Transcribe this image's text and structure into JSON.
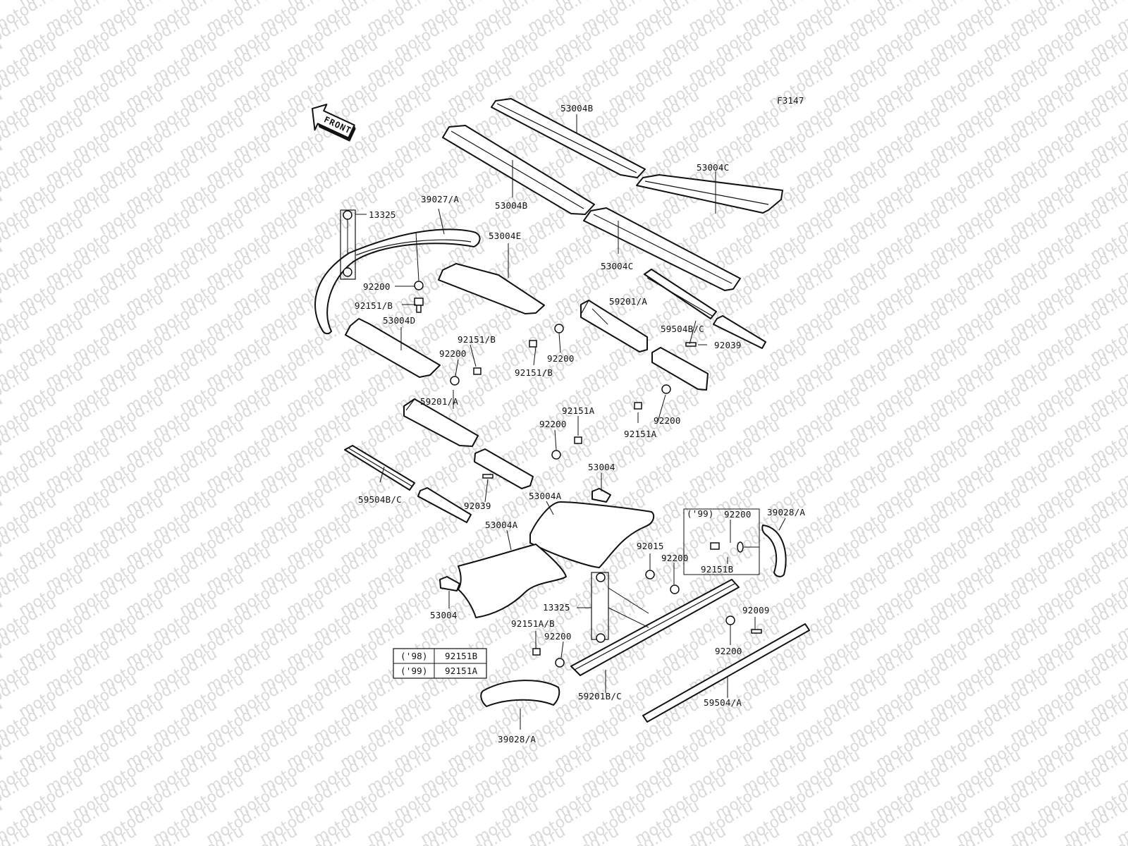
{
  "watermark_text": "motod.ru",
  "figure_code": "F3147",
  "front_arrow_text": "FRONT",
  "labels": {
    "p53004B_top": "53004B",
    "p53004B_low": "53004B",
    "p53004C_right": "53004C",
    "p53004C_mid": "53004C",
    "p39027A": "39027/A",
    "p13325_top": "13325",
    "p92200_a": "92200",
    "p92151B_a": "92151/B",
    "p53004E": "53004E",
    "p53004D": "53004D",
    "p92151B_b": "92151/B",
    "p92200_b": "92200",
    "p59201A_a": "59201/A",
    "p59201A_b": "59201/A",
    "p92200_c": "92200",
    "p92151B_c": "92151/B",
    "p59504BC_a": "59504B/C",
    "p92039_a": "92039",
    "p92151A_a": "92151A",
    "p92200_d": "92200",
    "p92151A_b": "92151A",
    "p92200_e": "92200",
    "p59504BC_b": "59504B/C",
    "p92039_b": "92039",
    "p53004_a": "53004",
    "p53004A_a": "53004A",
    "p53004A_b": "53004A",
    "p53004_b": "53004",
    "p99_label": "('99)",
    "p92200_f": "92200",
    "p92151B_d": "92151B",
    "p39028A_a": "39028/A",
    "p92015": "92015",
    "p92200_g": "92200",
    "p13325_bot": "13325",
    "p92151AB": "92151A/B",
    "p92200_h": "92200",
    "p92009": "92009",
    "p92200_i": "92200",
    "p59201BC": "59201B/C",
    "p59504A": "59504/A",
    "p39028A_b": "39028/A"
  },
  "year_table": [
    {
      "year": "('98)",
      "part": "92151B"
    },
    {
      "year": "('99)",
      "part": "92151A"
    }
  ]
}
